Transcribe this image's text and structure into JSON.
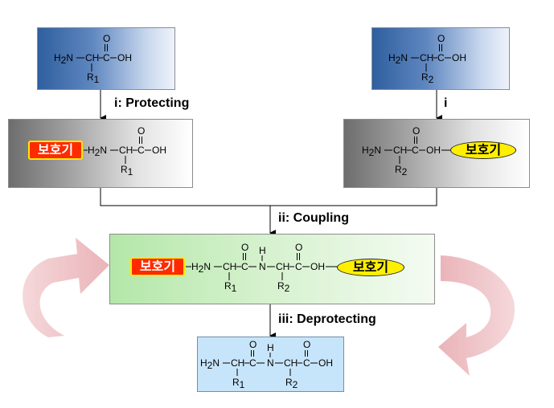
{
  "labels": {
    "protecting": "i: Protecting",
    "protecting_right": "i",
    "coupling": "ii: Coupling",
    "deprotecting": "iii: Deprotecting"
  },
  "protecting_group": "보호기",
  "chem": {
    "oxygen": "O",
    "h2n": "H2N",
    "h2n_main": "H",
    "h2n_sub": "2",
    "n_dash": "N",
    "ch": "CH",
    "c": "C",
    "oh": "OH",
    "nh_h": "H",
    "nh_n": "N",
    "r": "R",
    "r1_sub": "1",
    "r2_sub": "2"
  },
  "colors": {
    "amino_acid_box": "#2f5f9f",
    "protected_box": "#6d6d6d",
    "coupled_box": "#b3e7a8",
    "dipeptide_box": "#c7e5fa",
    "tag_red": "#ff2a00",
    "tag_yellow": "#ffef00",
    "cycle_arrow": "#e6a6ac"
  }
}
